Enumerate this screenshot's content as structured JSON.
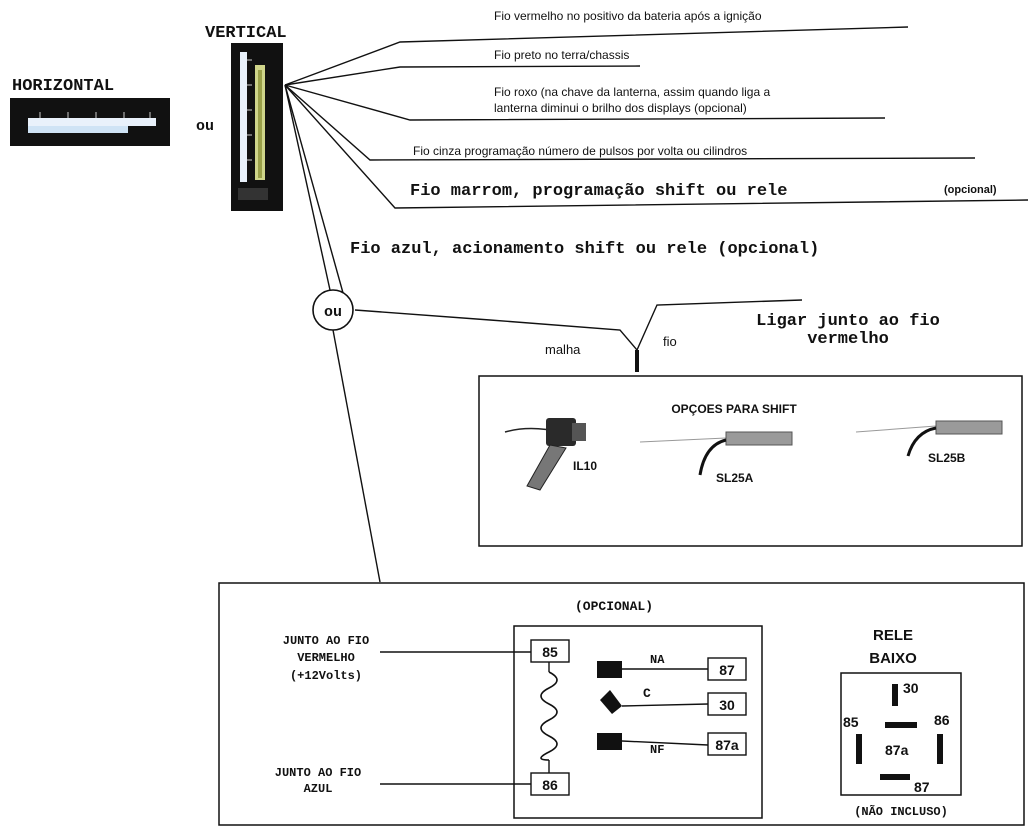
{
  "labels": {
    "vertical": "VERTICAL",
    "horizontal": "HORIZONTAL",
    "ou_left": "ou",
    "ou_circle": "ou"
  },
  "wires": [
    "Fio vermelho no positivo da bateria após a ignição",
    "Fio preto no terra/chassis",
    "Fio roxo (na chave da lanterna, assim quando liga a",
    "lanterna diminui o brilho dos displays (opcional)",
    "Fio cinza programação número de pulsos por volta ou cilindros",
    "Fio marrom, programação shift ou rele",
    "(opcional)",
    "Fio azul, acionamento shift ou rele (opcional)"
  ],
  "connector": {
    "ligar_line1": "Ligar junto ao fio",
    "ligar_line2": "vermelho",
    "malha": "malha",
    "fio": "fio"
  },
  "shift_options": {
    "title": "OPÇOES PARA SHIFT",
    "items": [
      "IL10",
      "SL25A",
      "SL25B"
    ]
  },
  "relay_section": {
    "title": "(OPCIONAL)",
    "left_top": [
      "JUNTO AO FIO",
      "VERMELHO",
      "(+12Volts)"
    ],
    "left_bottom": [
      "JUNTO AO FIO",
      "AZUL"
    ],
    "pins": {
      "p85": "85",
      "p86": "86",
      "p87": "87",
      "p30": "30",
      "p87a": "87a"
    },
    "contacts": {
      "na": "NA",
      "c": "C",
      "nf": "NF"
    },
    "relay_title_1": "RELE",
    "relay_title_2": "BAIXO",
    "relay_pins": {
      "r30": "30",
      "r85": "85",
      "r86": "86",
      "r87a": "87a",
      "r87": "87"
    },
    "nao_incluso": "(NÃO INCLUSO)"
  },
  "colors": {
    "gauge_body": "#111111",
    "gauge_bar": "#c9cf7a",
    "gauge_scale": "#e8f2ff",
    "line": "#111111"
  }
}
